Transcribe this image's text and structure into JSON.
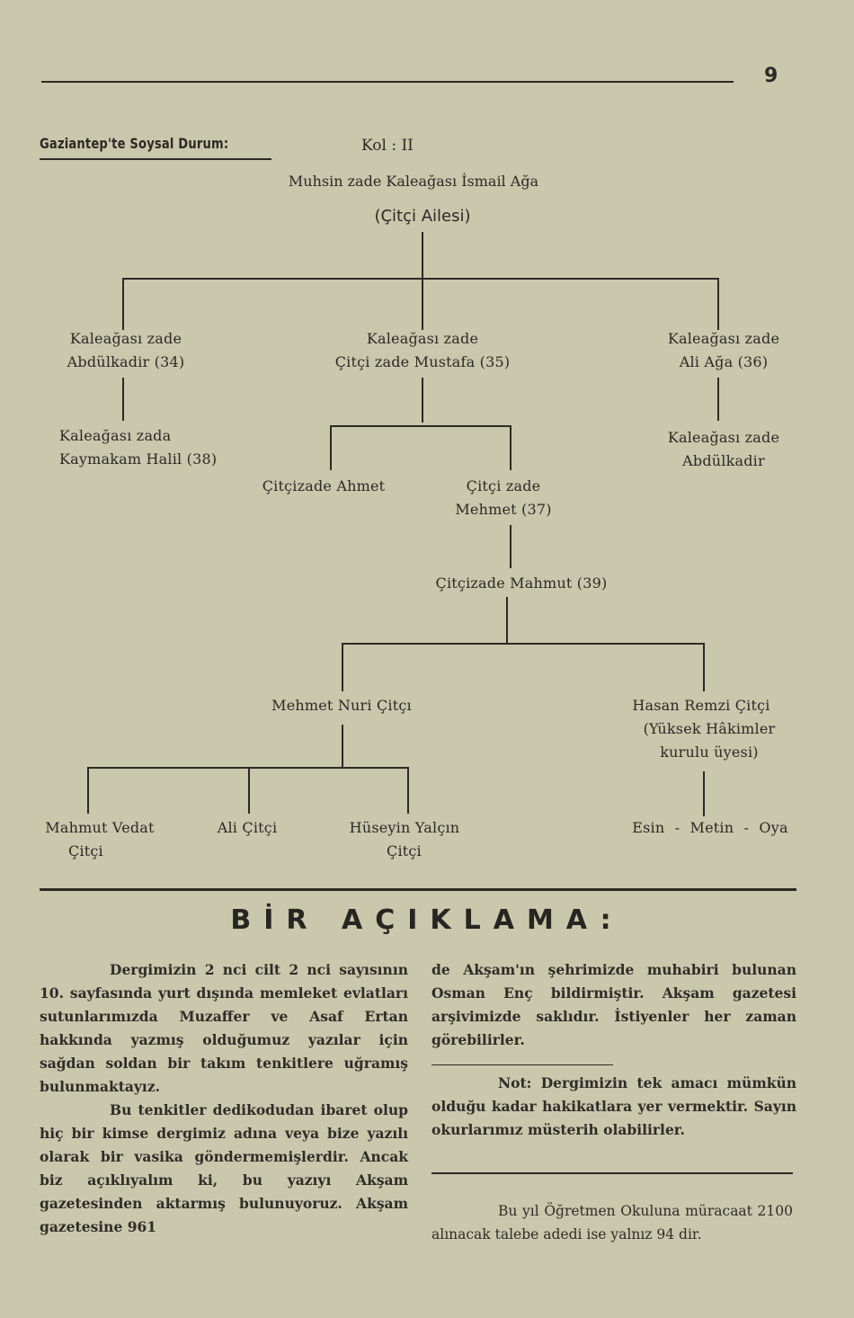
{
  "page_number": "9",
  "section_title": "Gaziantep'te Soysal Durum:",
  "kol_label": "Kol : II",
  "tree": {
    "root": "Muhsin zade Kaleağası İsmail Ağa",
    "root_family": "(Çitçi Ailesi)",
    "abdulkadir_34": [
      "Kaleağası zade",
      "Abdülkadir (34)"
    ],
    "mustafa_35": [
      "Kaleağası zade",
      "Çitçi zade Mustafa (35)"
    ],
    "ali_aga_36": [
      "Kaleağası zade",
      "Ali Ağa (36)"
    ],
    "halil_38": [
      "Kaleağası zada",
      "Kaymakam Halil (38)"
    ],
    "abdulkadir_ali": [
      "Kaleağası zade",
      "Abdülkadir"
    ],
    "ahmet": "Çitçizade Ahmet",
    "mehmet_37": [
      "Çitçi zade",
      "Mehmet (37)"
    ],
    "mahmut_39": "Çitçizade Mahmut (39)",
    "mehmet_nuri": "Mehmet Nuri Çitçı",
    "hasan_remzi": [
      "Hasan Remzi Çitçi",
      "(Yüksek Hâkimler",
      "kurulu üyesi)"
    ],
    "mahmut_vedat": [
      "Mahmut Vedat",
      "Çitçi"
    ],
    "ali_citci": "Ali Çitçi",
    "huseyin_yalcin": [
      "Hüseyin Yalçın",
      "Çitçi"
    ],
    "esin_metin_oya": "Esin - Metin - Oya"
  },
  "article": {
    "heading": "BİR AÇIKLAMA:",
    "left_p1": "Dergimizin 2 nci cilt 2 nci sayısının 10. sayfasında yurt dışında memleket evlatları sutunlarımızda Muzaffer ve Asaf Ertan hakkında yazmış olduğumuz yazılar için sağdan soldan bir takım tenkitlere uğramış bulunmaktayız.",
    "left_p2": "Bu tenkitler dedikodudan ibaret olup hiç bir kimse dergimiz adına veya bize yazılı olarak bir vasika göndermemişlerdir. Ancak biz açıklıyalım ki, bu yazıyı Akşam gazetesinden aktarmış bulunuyoruz. Akşam gazetesine 961",
    "right_p1": "de Akşam'ın şehrimizde muhabiri bulunan Osman Enç bildirmiştir. Akşam gazetesi arşivimizde saklıdır. İstiyenler her zaman görebilirler.",
    "note": "Not: Dergimizin tek amacı mümkün olduğu kadar hakikatlara yer vermektir. Sayın okurlarımız müsterih olabilirler.",
    "footer": "Bu yıl Öğretmen Okuluna müracaat 2100 alınacak talebe adedi ise yalnız 94 dir."
  }
}
